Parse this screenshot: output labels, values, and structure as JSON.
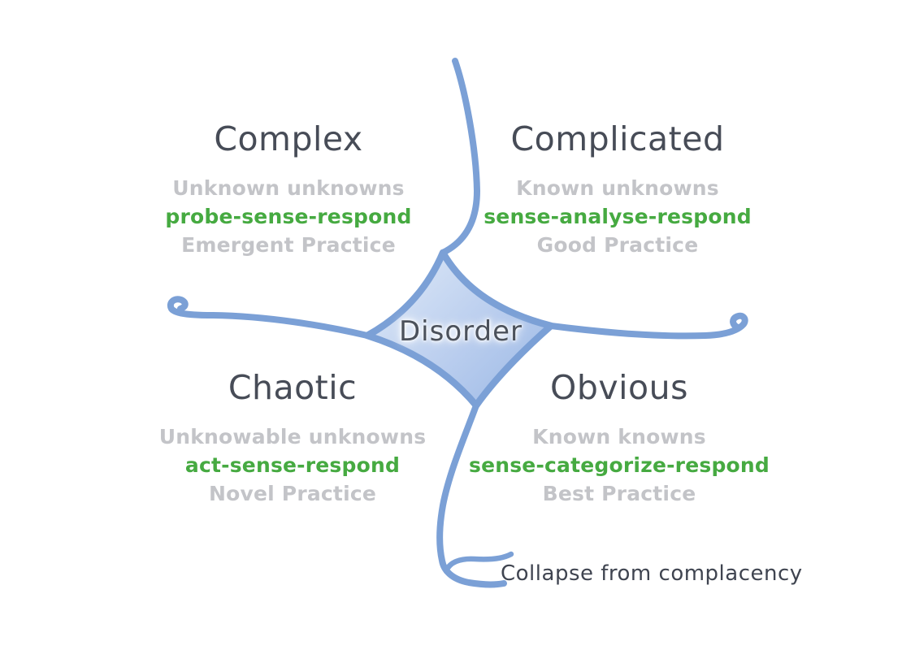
{
  "diagram": {
    "center_label": "Disorder",
    "annotation": "Collapse from complacency",
    "quadrants": {
      "complex": {
        "title": "Complex",
        "knowns": "Unknown unknowns",
        "approach": "probe-sense-respond",
        "practice": "Emergent Practice"
      },
      "complicated": {
        "title": "Complicated",
        "knowns": "Known unknowns",
        "approach": "sense-analyse-respond",
        "practice": "Good Practice"
      },
      "chaotic": {
        "title": "Chaotic",
        "knowns": "Unknowable unknowns",
        "approach": "act-sense-respond",
        "practice": "Novel Practice"
      },
      "obvious": {
        "title": "Obvious",
        "knowns": "Known knowns",
        "approach": "sense-categorize-respond",
        "practice": "Best Practice"
      }
    },
    "colors": {
      "curve_blue": "#7BA0D6",
      "center_fill_light": "#D9E5F6",
      "center_fill_mid": "#B9CDEE",
      "center_fill_dark": "#9FBBE6",
      "title_dark": "#474C57",
      "subtitle_gray": "#C3C4C8",
      "approach_green": "#46AA41",
      "annotation_dark": "#3F4450",
      "background": "#FFFFFF"
    }
  }
}
